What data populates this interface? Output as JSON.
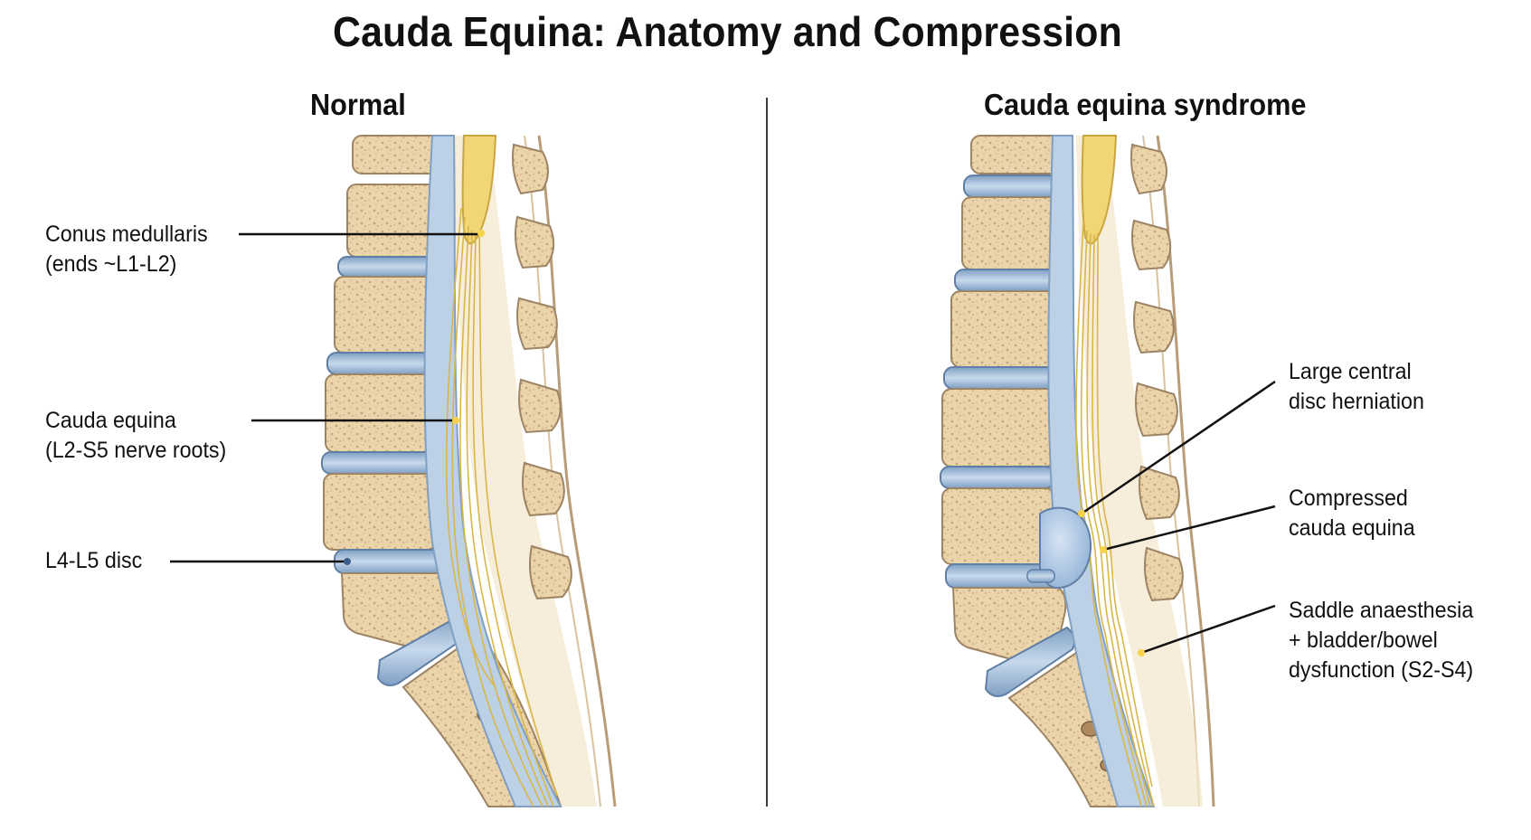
{
  "title": "Cauda Equina: Anatomy and Compression",
  "panels": {
    "normal": {
      "title": "Normal",
      "labels": {
        "conus": [
          "Conus medullaris",
          "(ends ~L1-L2)"
        ],
        "cauda": [
          "Cauda equina",
          "(L2-S5 nerve roots)"
        ],
        "disc": [
          "L4-L5 disc"
        ]
      }
    },
    "syndrome": {
      "title": "Cauda equina syndrome",
      "labels": {
        "herniation": [
          "Large central",
          "disc herniation"
        ],
        "compressed": [
          "Compressed",
          "cauda equina"
        ],
        "saddle": [
          "Saddle anaesthesia",
          "+ bladder/bowel",
          "dysfunction (S2-S4)"
        ]
      }
    }
  },
  "colors": {
    "bone": "#e8cfa3",
    "bone_edge": "#9c8464",
    "disc": "#9fbad6",
    "cord": "#f2d675",
    "dura": "#b9cde3",
    "herniation": "#a9c4e3",
    "leader": "#111111"
  }
}
